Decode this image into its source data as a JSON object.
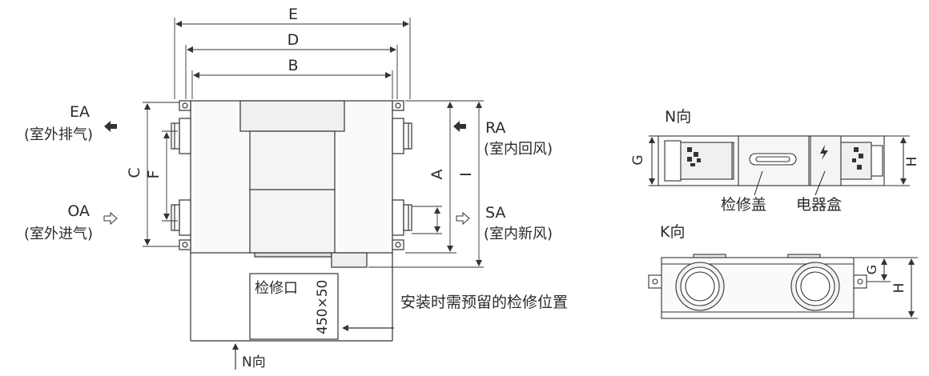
{
  "dimensions": {
    "E": "E",
    "D": "D",
    "B": "B",
    "C": "C",
    "F": "F",
    "A": "A",
    "I": "I",
    "G": "G",
    "H": "H"
  },
  "ports": {
    "ea_code": "EA",
    "ea_desc": "(室外排气)",
    "oa_code": "OA",
    "oa_desc": "(室外进气)",
    "ra_code": "RA",
    "ra_desc": "(室内回风)",
    "sa_code": "SA",
    "sa_desc": "(室内新风)"
  },
  "access_panel": {
    "label": "检修口",
    "size": "450×50"
  },
  "notes": {
    "maintenance_space": "安装时需预留的检修位置"
  },
  "views": {
    "n_direction": "N向",
    "k_direction": "K向",
    "inspection_cover": "检修盖",
    "electrical_box": "电器盒"
  },
  "colors": {
    "line": "#333333",
    "fill_light": "#f2f2f2",
    "fill_mid": "#e6e6e6",
    "arrow": "#333333"
  }
}
